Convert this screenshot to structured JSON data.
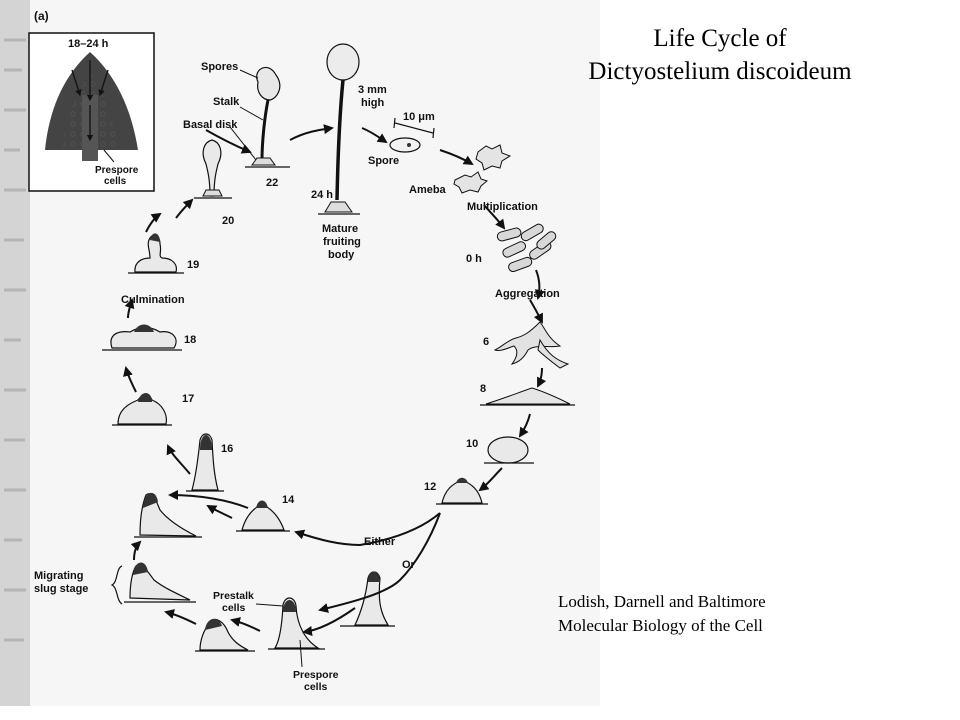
{
  "title": {
    "line1": "Life Cycle of",
    "line2": "Dictyostelium discoideum"
  },
  "credit": {
    "line1": "Lodish, Darnell and Baltimore",
    "line2": "Molecular Biology of the Cell"
  },
  "figure": {
    "panel_label": "(a)",
    "inset": {
      "time": "18–24 h",
      "label_line1": "Prespore",
      "label_line2": "cells"
    },
    "labels": {
      "spores": "Spores",
      "stalk": "Stalk",
      "basal_disk": "Basal disk",
      "height_line1": "3 mm",
      "height_line2": "high",
      "scale": "10 μm",
      "spore": "Spore",
      "ameba": "Ameba",
      "multiplication": "Multiplication",
      "aggregation": "Aggregation",
      "fruiting_line1": "Mature",
      "fruiting_line2": "fruiting",
      "fruiting_line3": "body",
      "time_24": "24 h",
      "culmination": "Culmination",
      "either": "Either",
      "or": "Or",
      "slug_line1": "Migrating",
      "slug_line2": "slug stage",
      "prestalk_line1": "Prestalk",
      "prestalk_line2": "cells",
      "prespore_line1": "Prespore",
      "prespore_line2": "cells"
    },
    "stages": {
      "s0h": "0 h",
      "s6": "6",
      "s8": "8",
      "s10": "10",
      "s12": "12",
      "s14": "14",
      "s16": "16",
      "s17": "17",
      "s18": "18",
      "s19": "19",
      "s20": "20",
      "s22": "22"
    }
  }
}
